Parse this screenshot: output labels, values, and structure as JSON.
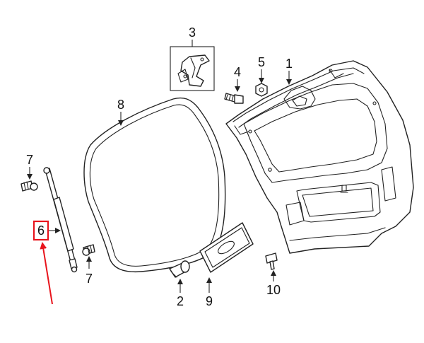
{
  "callouts": {
    "c1": "1",
    "c2": "2",
    "c3": "3",
    "c4": "4",
    "c5": "5",
    "c6": "6",
    "c7a": "7",
    "c7b": "7",
    "c8": "8",
    "c9": "9",
    "c10": "10"
  },
  "highlight": {
    "target_callout": "6",
    "box_color": "#e8141c",
    "pointer_color": "#e8141c"
  },
  "icons": {
    "liftgate": "liftgate-panel-icon",
    "weatherstrip": "weatherstrip-seal-icon",
    "support_strut": "gas-strut-icon",
    "bracket": "hinge-bracket-icon",
    "bolt": "bolt-icon",
    "nut": "nut-icon",
    "stud": "ball-stud-icon",
    "bumper": "stop-bumper-icon",
    "plate_bracket": "license-plate-bracket-icon",
    "clip": "push-clip-icon"
  }
}
